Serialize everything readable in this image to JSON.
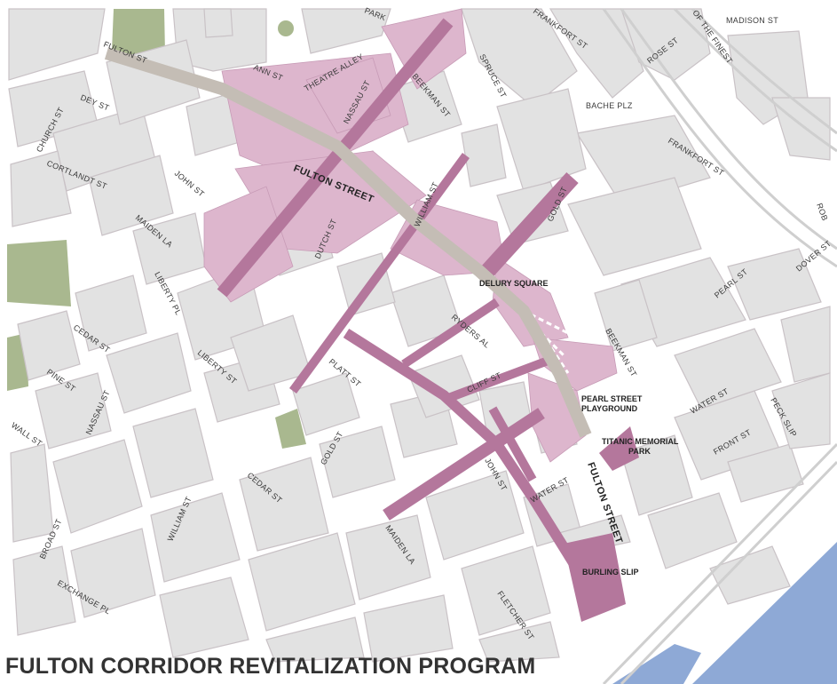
{
  "title": "FULTON CORRIDOR REVITALIZATION PROGRAM",
  "colors": {
    "background": "#ffffff",
    "block": "#e2e2e2",
    "street_edge": "#c9c2c6",
    "highlight": "#ddb6cd",
    "corridor": "#b4779c",
    "fulton": "#c4bdb5",
    "park": "#a9b88f",
    "water": "#8ea9d6"
  },
  "major_streets": [
    "FULTON STREET",
    "FULTON STREET"
  ],
  "places": [
    "DELURY SQUARE",
    "PEARL STREET",
    "PLAYGROUND",
    "TITANIC MEMORIAL",
    "PARK",
    "BURLING SLIP"
  ],
  "streets": [
    "FULTON ST",
    "DEY ST",
    "CHURCH ST",
    "CORTLANDT ST",
    "ANN ST",
    "THEATRE ALLEY",
    "NASSAU ST",
    "BEEKMAN ST",
    "SPRUCE ST",
    "FRANKFORT ST",
    "MADISON ST",
    "ROSE ST",
    "OF THE FINEST",
    "PARK",
    "BACHE PLZ",
    "FRANKFORT ST",
    "JOHN ST",
    "MAIDEN LA",
    "WILLIAM ST",
    "GOLD ST",
    "DUTCH ST",
    "LIBERTY PL",
    "CEDAR ST",
    "PINE ST",
    "WALL ST",
    "LIBERTY ST",
    "PLATT ST",
    "RYDERS AL",
    "CLIFF ST",
    "BEEKMAN ST",
    "PEARL ST",
    "DOVER ST",
    "WATER ST",
    "PECK SLIP",
    "FRONT ST",
    "GOLD ST",
    "CEDAR ST",
    "JOHN ST",
    "WATER ST",
    "MAIDEN LA",
    "NASSAU ST",
    "WILLIAM ST",
    "BROAD ST",
    "EXCHANGE PL",
    "FLETCHER ST",
    "ROB"
  ]
}
